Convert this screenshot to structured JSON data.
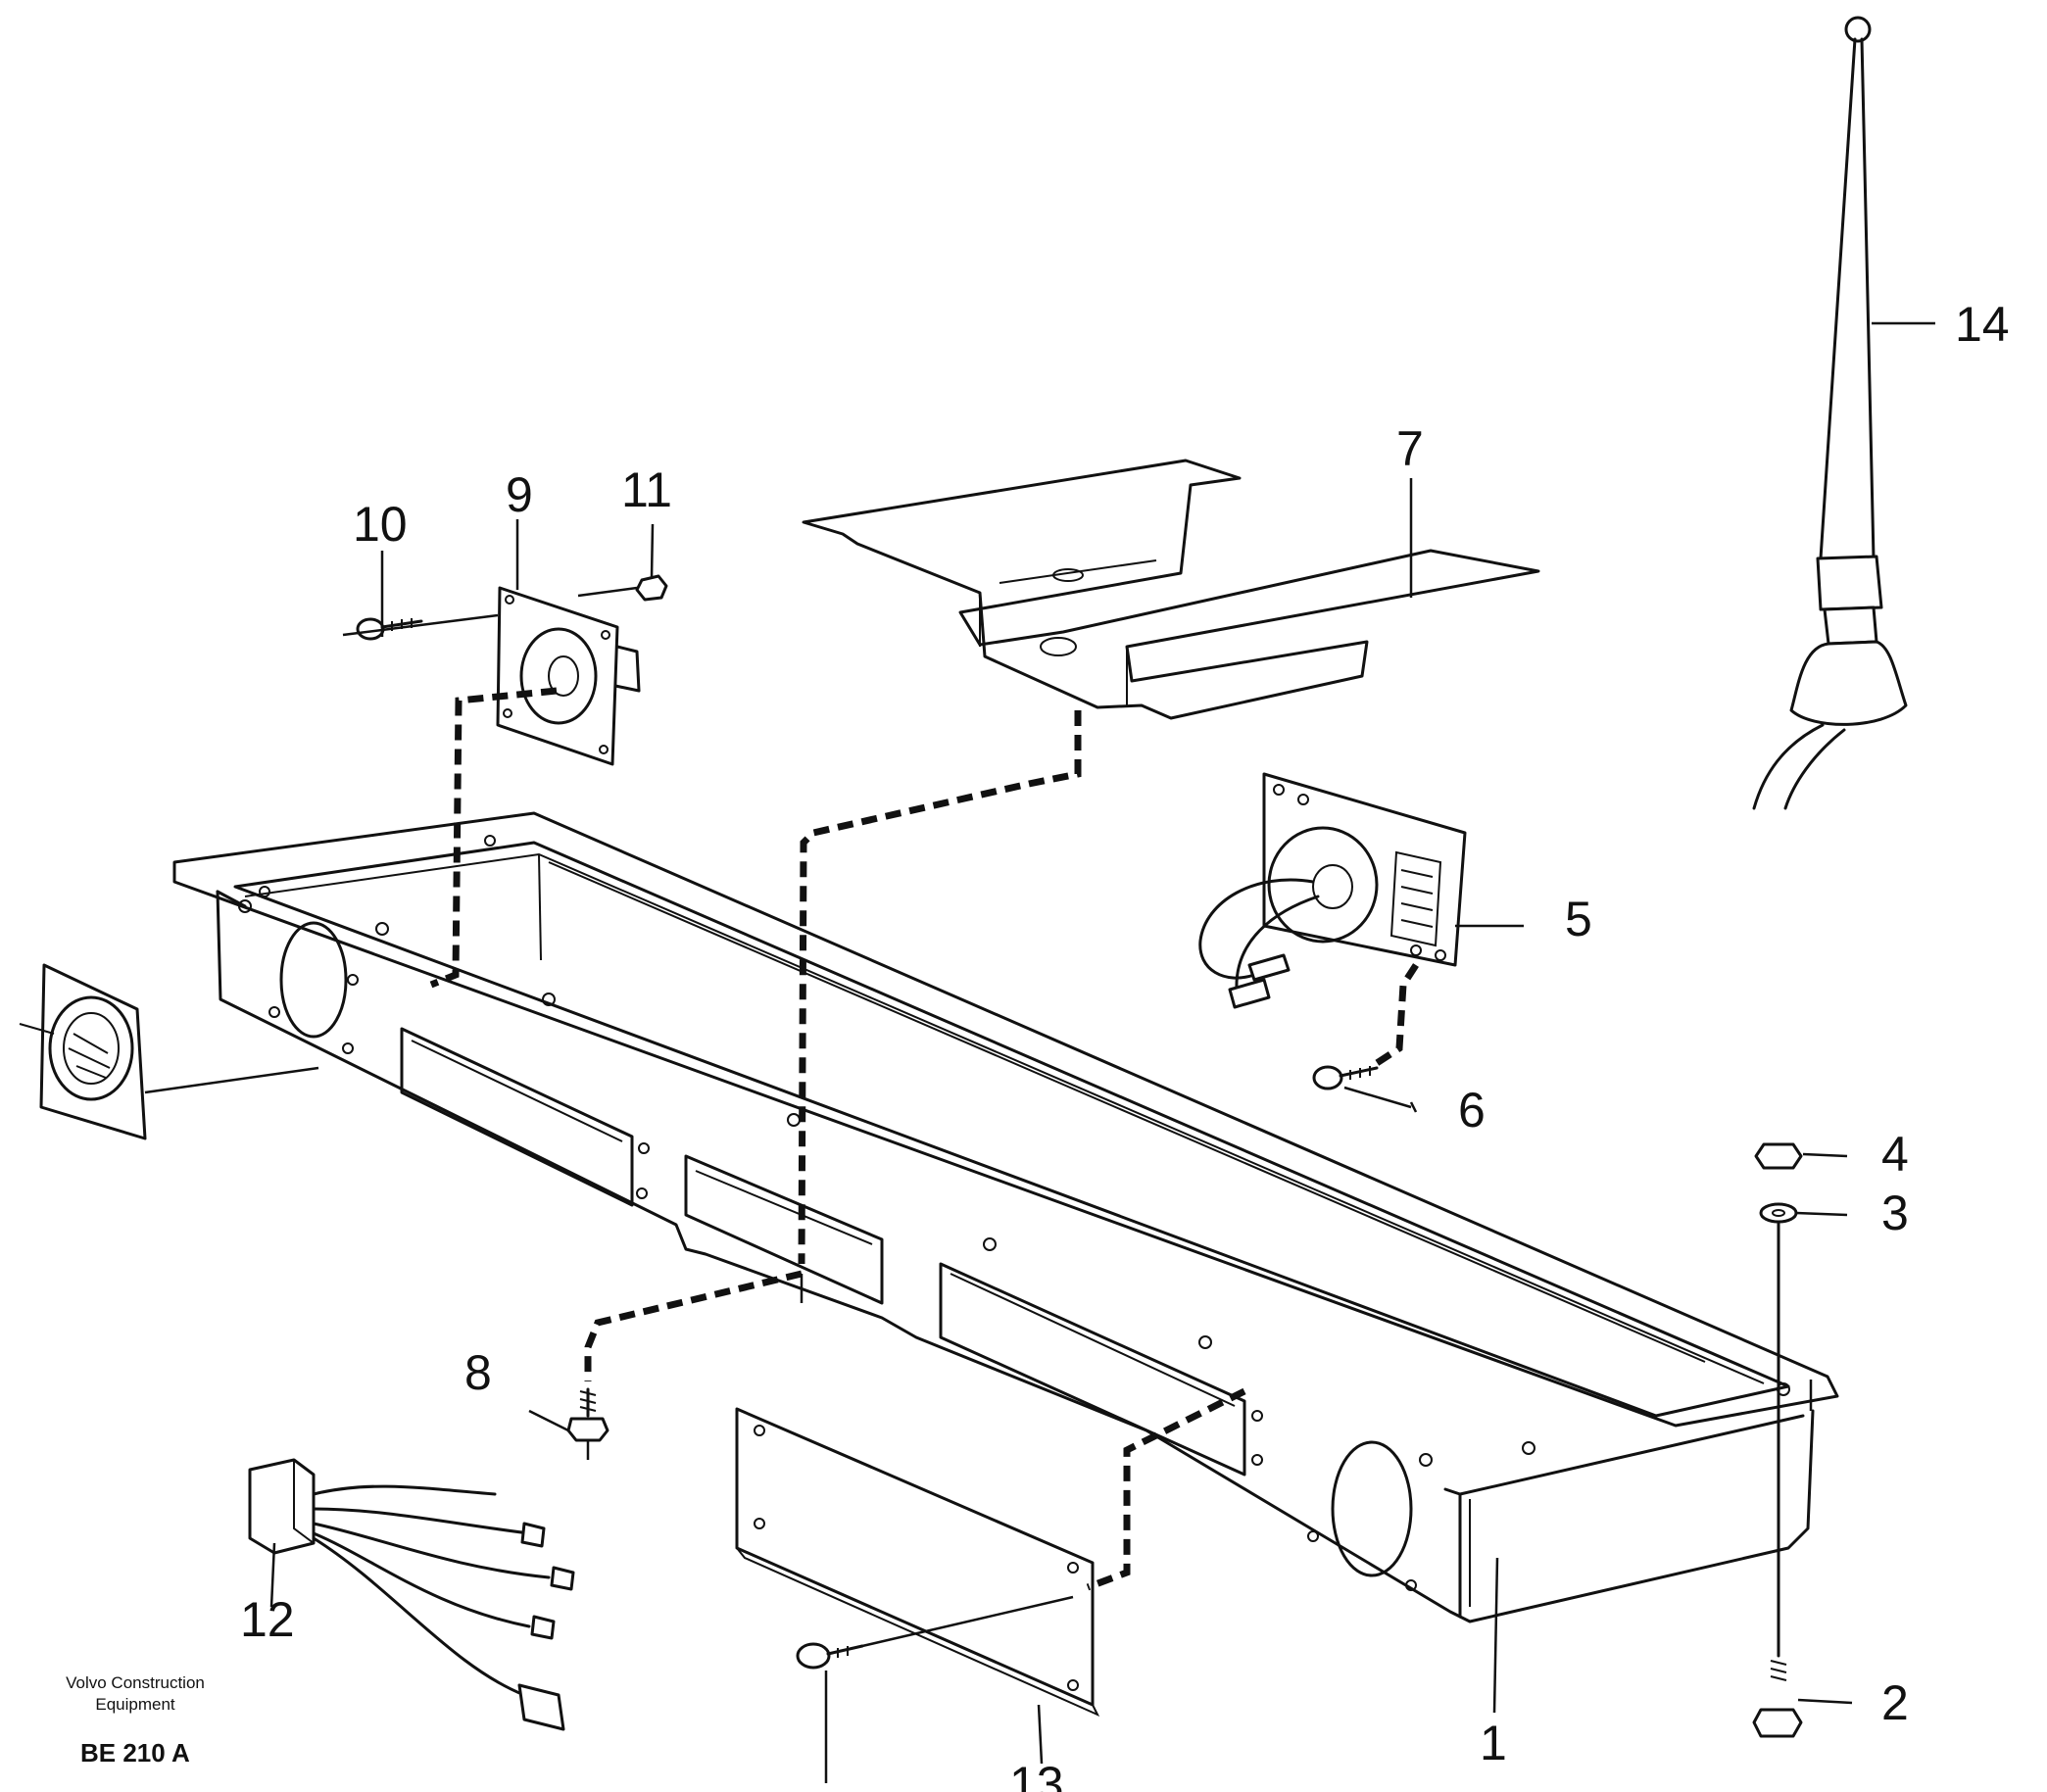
{
  "callouts": {
    "c1": "1",
    "c2": "2",
    "c3": "3",
    "c4": "4",
    "c5": "5",
    "c6": "6",
    "c7": "7",
    "c8": "8",
    "c9": "9",
    "c10": "10",
    "c11": "11",
    "c12": "12",
    "c13": "13",
    "c14": "14"
  },
  "footer": {
    "company_line1": "Volvo Construction",
    "company_line2": "Equipment",
    "drawing_ref": "BE 210 A"
  }
}
